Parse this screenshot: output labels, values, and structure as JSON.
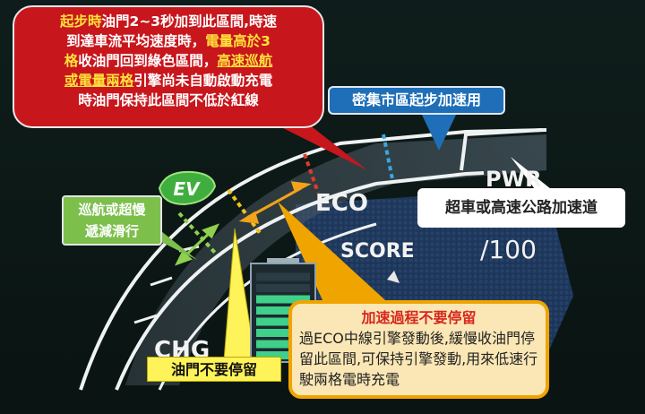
{
  "gauge": {
    "chg_label": "CHG",
    "eco_label": "ECO",
    "pwr_label": "PWR",
    "score_label": "SCORE",
    "score_suffix": "/100",
    "ev_label": "EV",
    "battery_level": 0.75
  },
  "callouts": {
    "red": {
      "lines": [
        [
          {
            "t": "起步時",
            "c": "y"
          },
          {
            "t": "油門2~3秒加到此區間,時速"
          }
        ],
        [
          {
            "t": "到達車流平均速度時，"
          },
          {
            "t": "電量高於3",
            "c": "y"
          }
        ],
        [
          {
            "t": "格",
            "c": "y"
          },
          {
            "t": "收油門回到綠色區間，"
          },
          {
            "t": "高速巡航",
            "c": "yu"
          }
        ],
        [
          {
            "t": "或電量兩格",
            "c": "yu"
          },
          {
            "t": "引擎尚未自動啟動充電"
          }
        ],
        [
          {
            "t": "時油門保持此區間不低於紅線"
          }
        ]
      ]
    },
    "blue": "密集市區起步加速用",
    "white": "超車或高速公路加速道",
    "green_line1": "巡航或超慢",
    "green_line2": "遞減滑行",
    "yellow": "油門不要停留",
    "orange_title": "加速過程不要停留",
    "orange_body": "過ECO中線引擎發動後,緩慢收油門停留此區間,可保持引擎發動,用來低速行駛兩格電時充電"
  },
  "colors": {
    "red_callout": "#c8161d",
    "blue_callout": "#1f6fb8",
    "green_callout": "#7cbf4b",
    "orange_callout": "#f0a400",
    "highlight_yellow": "#ffe23a"
  }
}
